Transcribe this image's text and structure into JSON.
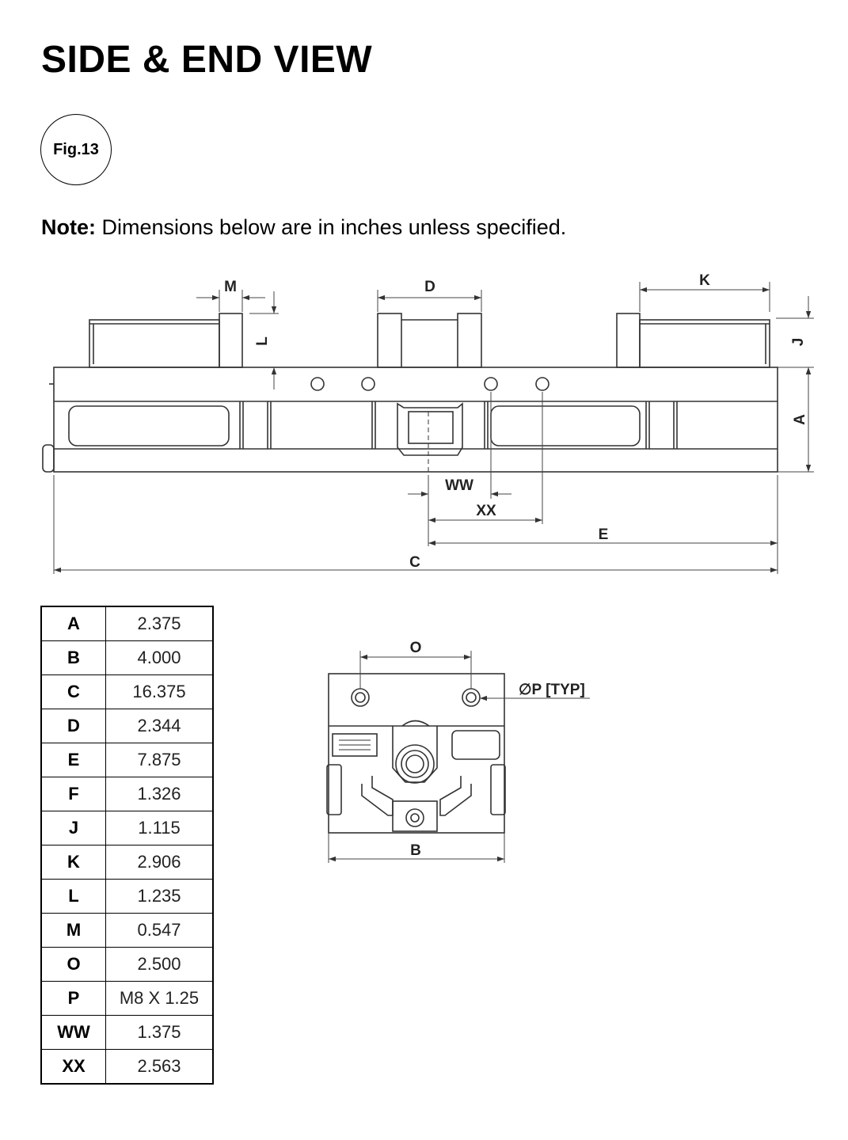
{
  "page": {
    "title": "SIDE & END VIEW",
    "figure_label": "Fig.13",
    "note_label": "Note:",
    "note_text": " Dimensions below are in inches unless specified."
  },
  "side_view": {
    "labels": {
      "M": "M",
      "D": "D",
      "K": "K",
      "L": "L",
      "J": "J",
      "A": "A",
      "WW": "WW",
      "XX": "XX",
      "E": "E",
      "C": "C"
    }
  },
  "end_view": {
    "labels": {
      "O": "O",
      "P": "∅P [TYP]",
      "B": "B"
    }
  },
  "dimensions": [
    {
      "key": "A",
      "value": "2.375"
    },
    {
      "key": "B",
      "value": "4.000"
    },
    {
      "key": "C",
      "value": "16.375"
    },
    {
      "key": "D",
      "value": "2.344"
    },
    {
      "key": "E",
      "value": "7.875"
    },
    {
      "key": "F",
      "value": "1.326"
    },
    {
      "key": "J",
      "value": "1.115"
    },
    {
      "key": "K",
      "value": "2.906"
    },
    {
      "key": "L",
      "value": "1.235"
    },
    {
      "key": "M",
      "value": "0.547"
    },
    {
      "key": "O",
      "value": "2.500"
    },
    {
      "key": "P",
      "value": "M8 X 1.25"
    },
    {
      "key": "WW",
      "value": "1.375"
    },
    {
      "key": "XX",
      "value": "2.563"
    }
  ]
}
